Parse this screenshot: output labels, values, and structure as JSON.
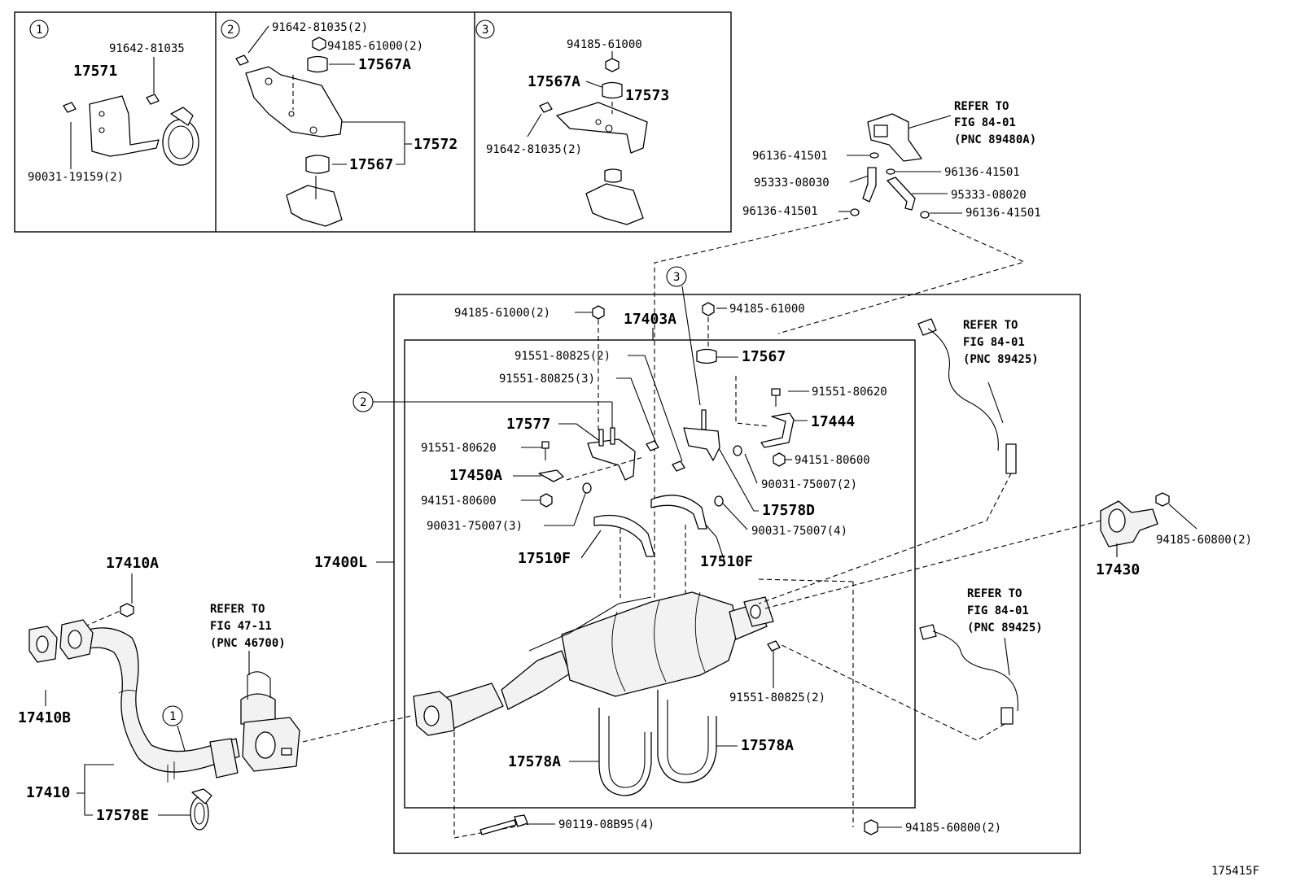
{
  "inset1": {
    "num": "1",
    "labels": [
      "91642-81035",
      "17571",
      "90031-19159(2)"
    ]
  },
  "inset2": {
    "num": "2",
    "labels": [
      "91642-81035(2)",
      "94185-61000(2)",
      "17567A",
      "17572",
      "17567"
    ]
  },
  "inset3": {
    "num": "3",
    "labels": [
      "94185-61000",
      "17567A",
      "17573",
      "91642-81035(2)"
    ]
  },
  "sensor_top": {
    "labels": [
      "96136-41501",
      "95333-08030",
      "96136-41501",
      "96136-41501",
      "95333-08020",
      "96136-41501"
    ],
    "refer": [
      "REFER TO",
      "FIG 84-01",
      "(PNC 89480A)"
    ]
  },
  "main": {
    "labels": {
      "l1": "94185-61000(2)",
      "l2": "17403A",
      "l3": "94185-61000",
      "l4": "17567",
      "l5": "91551-80825(2)",
      "l6": "91551-80825(3)",
      "l7": "91551-80620",
      "l8": "17444",
      "l9": "17577",
      "l10": "91551-80620",
      "l11": "94151-80600",
      "l12": "17450A",
      "l13": "90031-75007(2)",
      "l14": "94151-80600",
      "l15": "17578D",
      "l16": "90031-75007(3)",
      "l17": "90031-75007(4)",
      "l18": "17510F",
      "l19": "17510F",
      "l20": "17400L",
      "l21": "91551-80825(2)",
      "l22": "17578A",
      "l23": "17578A",
      "l24": "90119-08B95(4)",
      "l25": "94185-60800(2)"
    },
    "circles": [
      "2",
      "3"
    ]
  },
  "sensor_right_upper": {
    "refer": [
      "REFER TO",
      "FIG 84-01",
      "(PNC 89425)"
    ]
  },
  "sensor_right_lower": {
    "refer": [
      "REFER TO",
      "FIG 84-01",
      "(PNC 89425)"
    ]
  },
  "tail": {
    "labels": [
      "17430",
      "94185-60800(2)"
    ]
  },
  "front_pipe": {
    "labels": [
      "17410A",
      "17410B",
      "17410",
      "17578E"
    ],
    "circle": "1",
    "refer": [
      "REFER TO",
      "FIG 47-11",
      "(PNC 46700)"
    ]
  },
  "figure_id": "175415F"
}
